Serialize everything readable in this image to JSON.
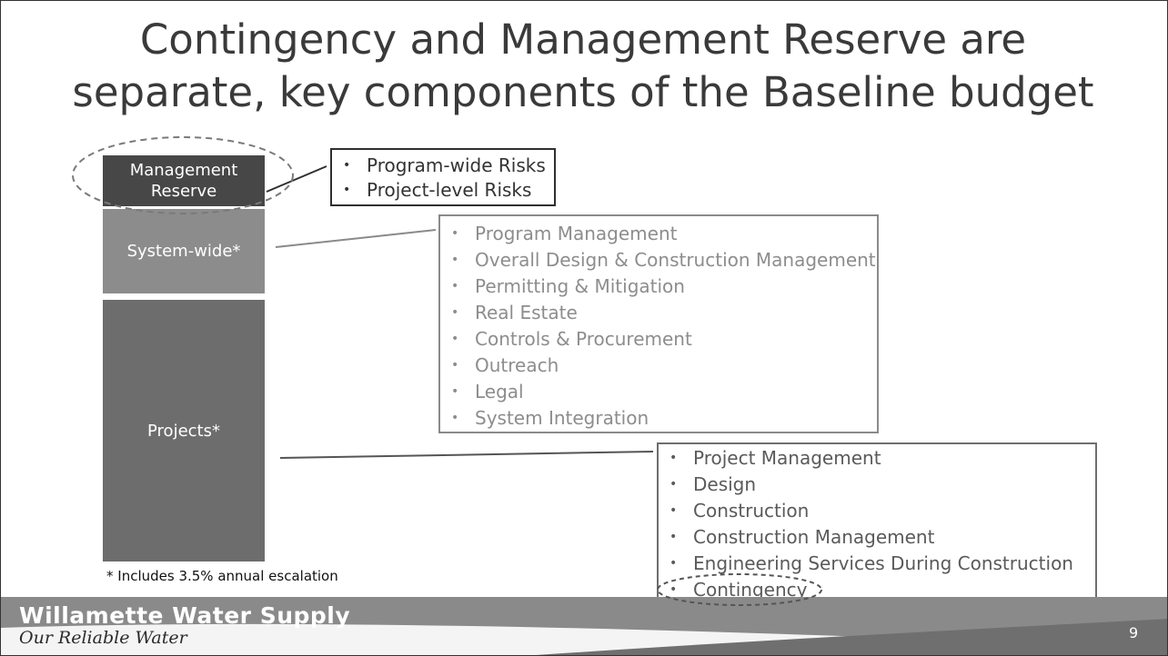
{
  "title": {
    "line1": "Contingency and Management Reserve are",
    "line2": "separate, key components of the Baseline budget"
  },
  "bar_segments": {
    "management_reserve": {
      "line1": "Management",
      "line2": "Reserve"
    },
    "system_wide": "System-wide*",
    "projects": "Projects*"
  },
  "management_reserve_box": {
    "items": [
      "Program-wide Risks",
      "Project-level Risks"
    ]
  },
  "system_wide_box": {
    "items": [
      "Program Management",
      "Overall Design & Construction Management",
      "Permitting & Mitigation",
      "Real Estate",
      "Controls & Procurement",
      "Outreach",
      "Legal",
      "System Integration"
    ]
  },
  "projects_box": {
    "items": [
      "Project Management",
      "Design",
      "Construction",
      "Construction Management",
      "Engineering Services During Construction",
      "Contingency"
    ]
  },
  "bullet_char": "•",
  "footnote": "* Includes 3.5% annual escalation",
  "footer": {
    "brand": "Willamette Water Supply",
    "tagline": "Our Reliable Water",
    "page_number": "9"
  },
  "colors": {
    "management_reserve": "#474747",
    "system_wide": "#8c8c8c",
    "projects": "#6d6d6d"
  }
}
